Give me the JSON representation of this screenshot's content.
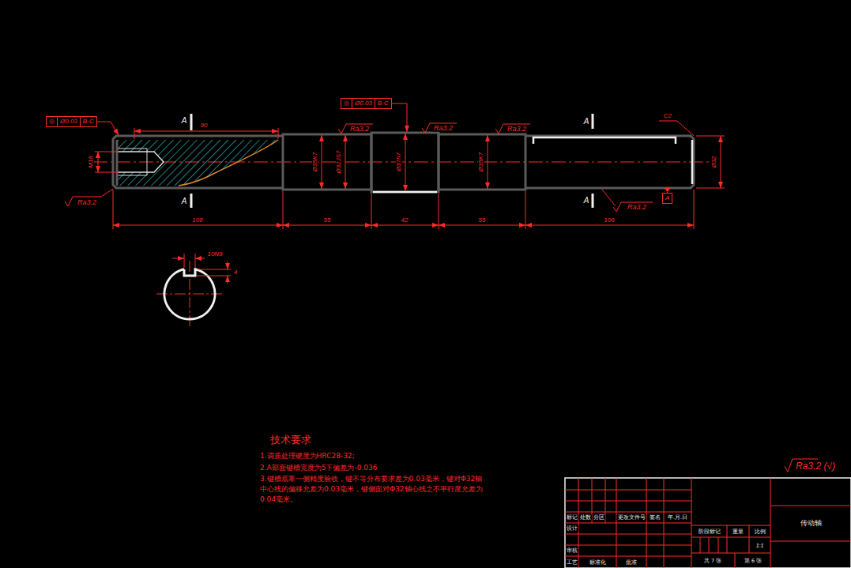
{
  "diagram": {
    "nodes": [
      {
        "text": [
          "◎",
          "Ø0.03",
          "B-C"
        ]
      },
      {
        "text": [
          "◎",
          "Ø0.03",
          "B-C"
        ]
      },
      {
        "text": [
          "A"
        ]
      }
    ],
    "labels": [
      "A",
      "A",
      "A",
      "A",
      "90",
      "M16",
      "Ra3.2",
      "Ra3.2",
      "Ra3.2",
      "Ra3.2",
      "Ra3.2",
      "108",
      "55",
      "42",
      "55",
      "106",
      "Ø35K7",
      "Ø32JS7",
      "Ø37h7",
      "Ø35K7",
      "Ø32",
      "C2",
      "10N9",
      "4",
      "技术要求",
      "1.调质处理硬度为HRC28-32;",
      "2.A部面键槽宽度为5下偏差为-0.036",
      "3.键槽底靠一侧精度验收，键不等分布要求差为0.03毫米，键对Φ32轴中心线的偏移允差为0.03毫米，键侧面对Φ32轴心线之不平行度允差为0.04毫米。",
      "Ra3.2 (√)",
      "标记",
      "处数",
      "分区",
      "更改文件号",
      "签名",
      "年.月.日",
      "设计",
      "审核",
      "工艺",
      "标准化",
      "批准",
      "阶段标记",
      "重量",
      "比例",
      "1:1",
      "共 7 张",
      "第 6 张",
      "传动轴"
    ]
  }
}
